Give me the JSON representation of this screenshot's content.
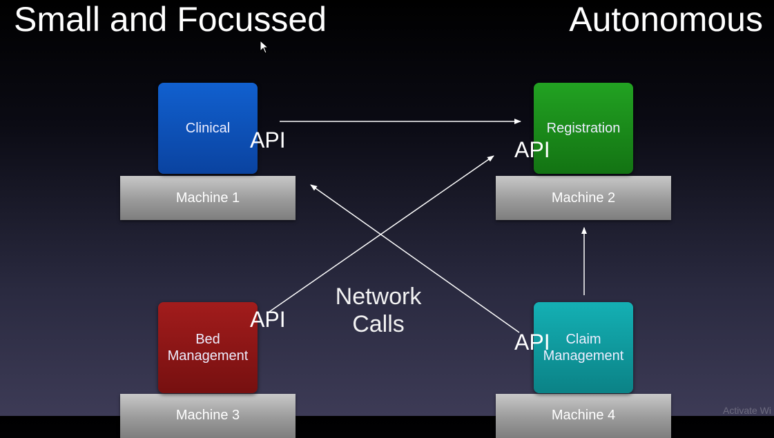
{
  "titles": {
    "left": "Small and Focussed",
    "right": "Autonomous"
  },
  "services": {
    "clinical": {
      "label": "Clinical",
      "color": "#0a4fb8"
    },
    "registration": {
      "label": "Registration",
      "color": "#17861a"
    },
    "bed": {
      "label": "Bed\nManagement",
      "color": "#8b1414"
    },
    "claim": {
      "label": "Claim\nManagement",
      "color": "#0f9a9e"
    }
  },
  "machines": {
    "m1": "Machine 1",
    "m2": "Machine 2",
    "m3": "Machine 3",
    "m4": "Machine 4"
  },
  "api_label": "API",
  "network_calls": "Network\nCalls",
  "watermark": "Activate Wi"
}
